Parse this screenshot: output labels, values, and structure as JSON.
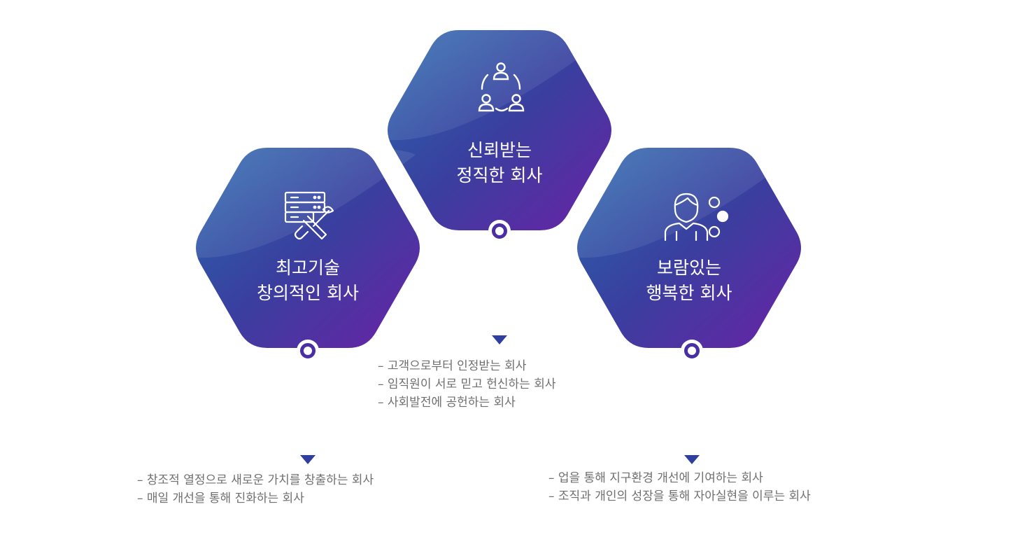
{
  "hexagons": [
    {
      "id": "trust",
      "title_line1": "신뢰받는",
      "title_line2": "정직한 회사",
      "icon": "people-cycle-icon",
      "descriptions": [
        "– 고객으로부터 인정받는 회사",
        "– 임직원이 서로 믿고 헌신하는 회사",
        "– 사회발전에 공헌하는 회사"
      ]
    },
    {
      "id": "tech",
      "title_line1": "최고기술",
      "title_line2": "창의적인 회사",
      "icon": "server-tools-icon",
      "descriptions": [
        "– 창조적 열정으로 새로운 가치를 창출하는 회사",
        "– 매일 개선을 통해 진화하는 회사"
      ]
    },
    {
      "id": "happy",
      "title_line1": "보람있는",
      "title_line2": "행복한 회사",
      "icon": "person-idea-icon",
      "descriptions": [
        "– 업을 통해 지구환경 개선에 기여하는 회사",
        "– 조직과 개인의 성장을 통해 자아실현을 이루는 회사"
      ]
    }
  ],
  "colors": {
    "gradient_start": "#2a63ad",
    "gradient_mid": "#3b3aa0",
    "gradient_end": "#6b22a6",
    "dot_top": "#3e4fb0",
    "dot_bottom": "#6a2aa8",
    "arrow": "#2e3f9e",
    "text": "#6f6f6f"
  }
}
